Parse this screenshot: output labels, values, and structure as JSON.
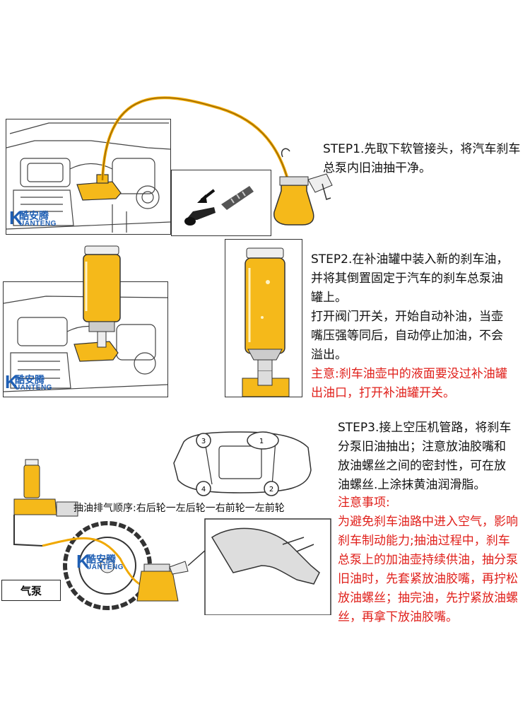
{
  "brand": {
    "logo_cn": "酷安腾",
    "logo_en": "UANTENG",
    "logo_letter": "K"
  },
  "step1": {
    "lines": [
      "STEP1.先取下软管接头，将汽车刹车",
      "总泵内旧油抽干净。"
    ]
  },
  "step2": {
    "lines": [
      "STEP2.在补油罐中装入新的刹车油，",
      "并将其倒置固定于汽车的刹车总泵油",
      "罐上。",
      "打开阀门开关，开始自动补油，当壶",
      "嘴压强等同后，自动停止加油，不会",
      "溢出。"
    ],
    "note_lines": [
      "主意:刹车油壶中的液面要没过补油罐",
      "出油口，打开补油罐开关。"
    ]
  },
  "step3": {
    "lines": [
      "STEP3.接上空压机管路，将刹车",
      "分泵旧油抽出；注意放油胶嘴和",
      "放油螺丝之间的密封性，可在放",
      "油螺丝.上涂抹黄油润滑脂。"
    ],
    "note_title": "注意事项:",
    "note_lines": [
      "为避免刹车油路中进入空气，影响",
      "刹车制动能力;抽油过程中，刹车",
      "总泵上的加油壶持续供油，抽分泵",
      "旧油时，先套紧放油胶嘴，再拧松",
      "放油螺丝；抽完油，先拧紧放油螺",
      "丝，再拿下放油胶嘴。"
    ]
  },
  "diagram": {
    "sequence": "抽油排气顺序:右后轮一左后轮一右前轮一左前轮",
    "pump_label": "气泵",
    "wheel_numbers": [
      "1",
      "2",
      "3",
      "4"
    ]
  },
  "colors": {
    "oil": "#f5b91a",
    "hose": "#f0a800",
    "note_red": "#e0201b",
    "brand_blue": "#1f5fb4"
  }
}
